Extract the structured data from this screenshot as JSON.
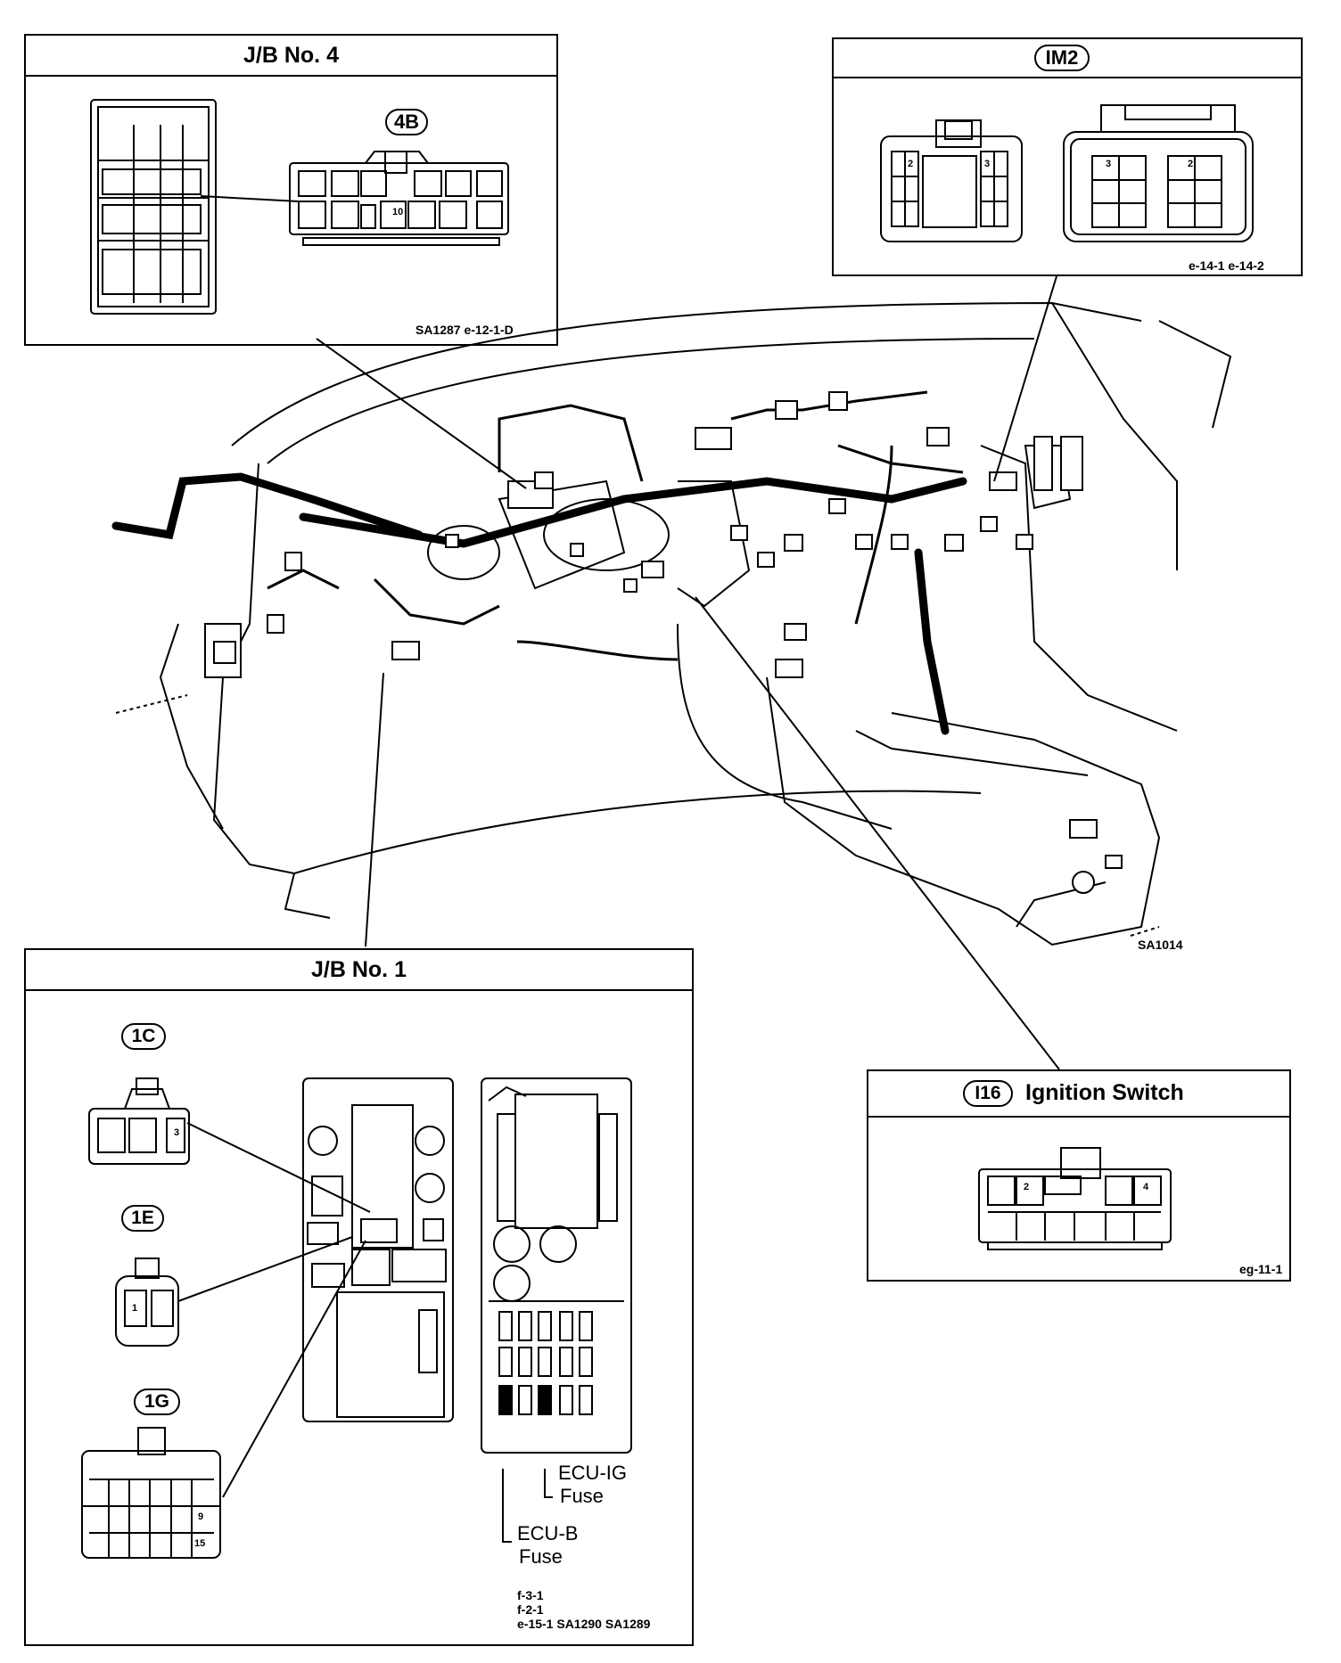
{
  "jb4": {
    "title": "J/B No. 4",
    "connector": "4B",
    "pin": "10",
    "ref": "SA1287  e-12-1-D"
  },
  "im2": {
    "connector": "IM2",
    "left_pins": [
      "2",
      "3"
    ],
    "right_pins": [
      "3",
      "2"
    ],
    "ref": "e-14-1  e-14-2"
  },
  "main": {
    "ref": "SA1014"
  },
  "jb1": {
    "title": "J/B No. 1",
    "c1": {
      "tag": "1C",
      "pin": "3"
    },
    "c2": {
      "tag": "1E",
      "pin": "1"
    },
    "c3": {
      "tag": "1G",
      "pins": [
        "9",
        "15"
      ]
    },
    "fuse1": {
      "line1": "ECU-IG",
      "line2": "Fuse"
    },
    "fuse2": {
      "line1": "ECU-B",
      "line2": "Fuse"
    },
    "ref_lines": [
      "f-3-1",
      "f-2-1",
      "e-15-1  SA1290  SA1289"
    ]
  },
  "ign": {
    "connector": "I16",
    "title": "Ignition Switch",
    "pins": [
      "2",
      "4"
    ],
    "ref": "eg-11-1"
  }
}
